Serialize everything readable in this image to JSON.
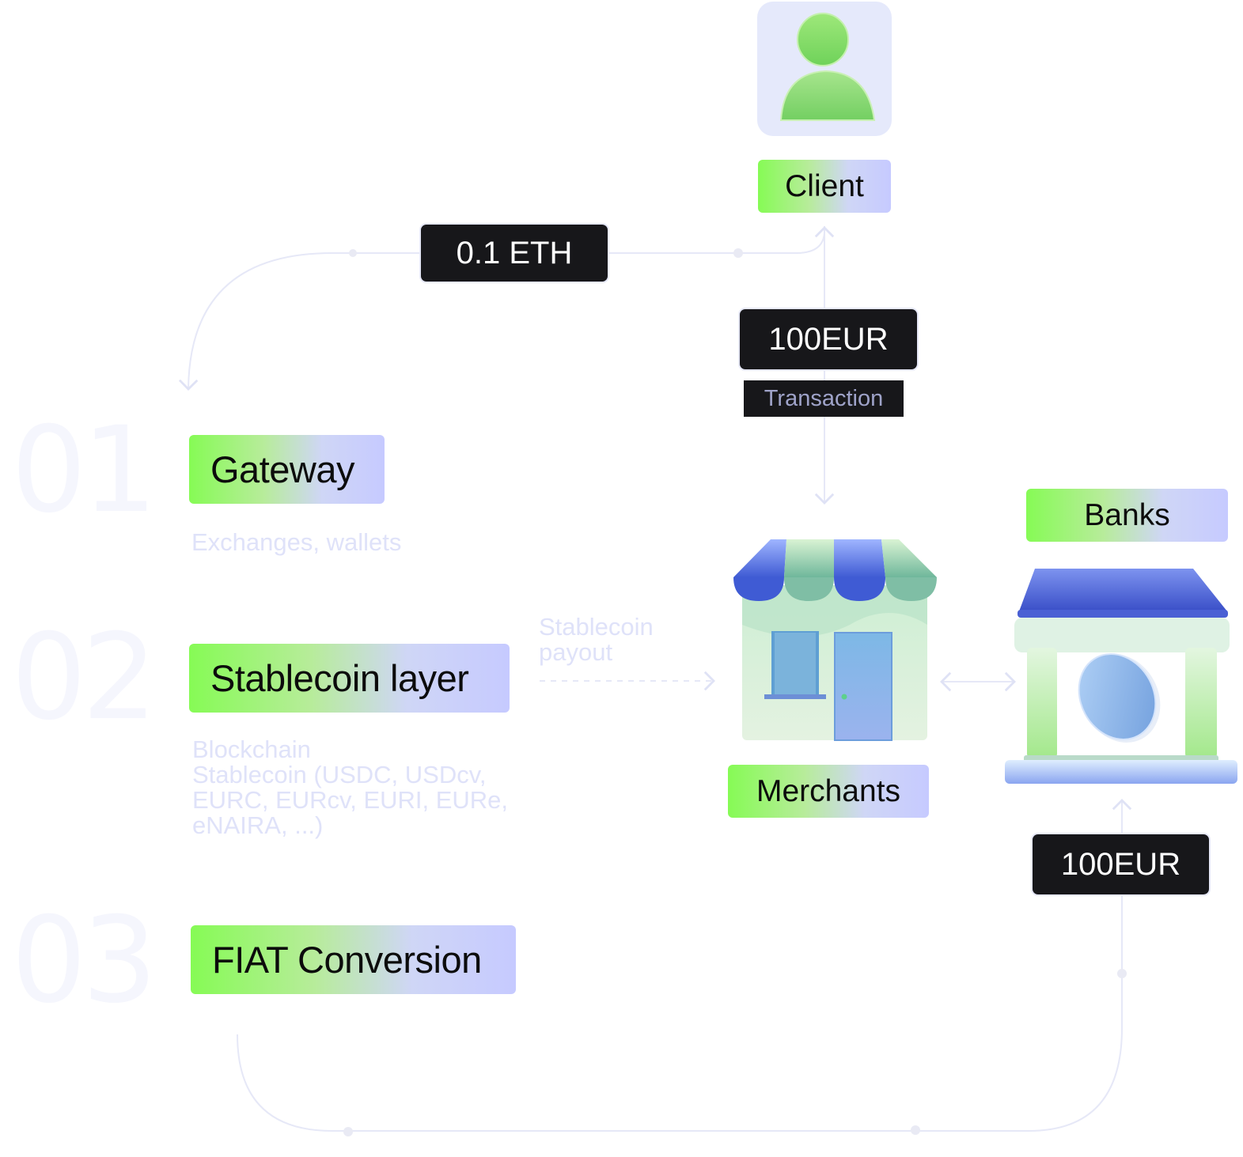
{
  "steps": [
    {
      "number": "01",
      "title": "Gateway",
      "description": "Exchanges, wallets"
    },
    {
      "number": "02",
      "title": "Stablecoin layer",
      "description": "Blockchain\nStablecoin (USDC, USDcv,\nEURC, EURcv, EURI, EURe,\neNAIRA, ...)"
    },
    {
      "number": "03",
      "title": "FIAT Conversion",
      "description": ""
    }
  ],
  "nodes": {
    "client": "Client",
    "merchants": "Merchants",
    "banks": "Banks"
  },
  "flow_labels": {
    "eth_amount": "0.1 ETH",
    "transaction_amount": "100EUR",
    "transaction_caption": "Transaction",
    "stablecoin_payout": "Stablecoin\npayout",
    "bank_amount": "100EUR"
  },
  "icons": [
    "client-avatar-icon",
    "merchant-store-icon",
    "bank-building-icon"
  ],
  "colors": {
    "pill_gradient_start": "#86fb55",
    "pill_gradient_end": "#c6caff",
    "dark_badge": "#17171a",
    "connector": "#e6e8f7"
  }
}
